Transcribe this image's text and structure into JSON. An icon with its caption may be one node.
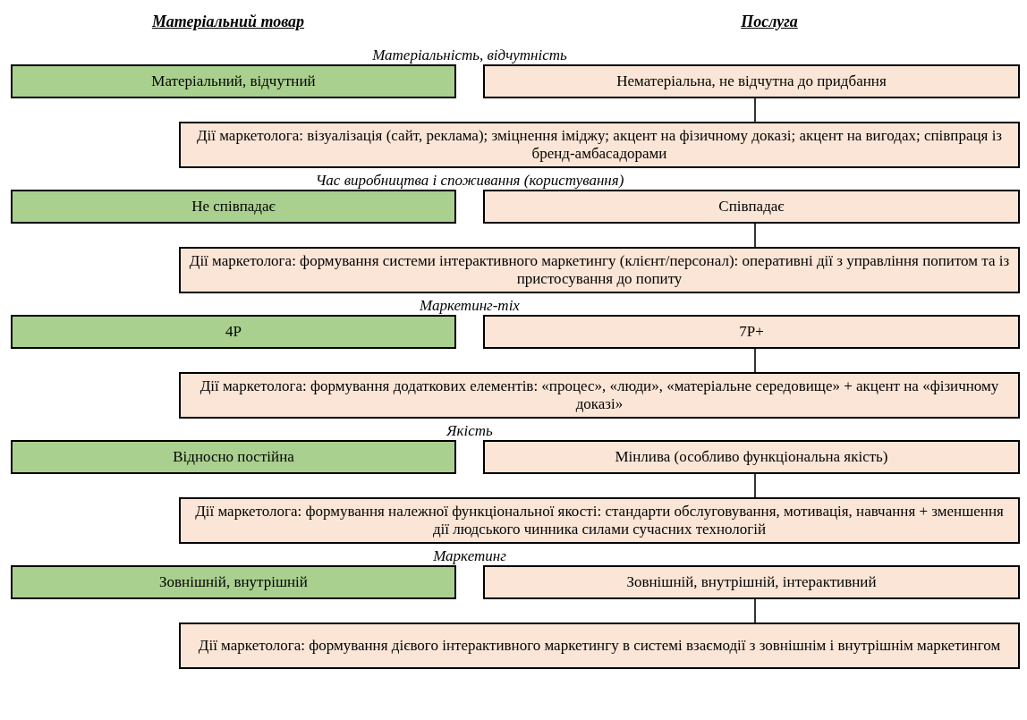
{
  "diagram": {
    "nodes": [
      {
        "text": [
          "Матеріальний, відчутний"
        ]
      },
      {
        "text": [
          "Нематеріальна, не відчутна до придбання"
        ]
      },
      {
        "text": [
          "Дії маркетолога: візуалізація (сайт, реклама); зміцнення іміджу; акцент на фізичному доказі; акцент на вигодах; співпраця із бренд-амбасадорами"
        ]
      },
      {
        "text": [
          "Не співпадає"
        ]
      },
      {
        "text": [
          "Співпадає"
        ]
      },
      {
        "text": [
          "Дії маркетолога: формування системи інтерактивного маркетингу (клієнт/персонал): оперативні дії з управління попитом та із пристосування до попиту"
        ]
      },
      {
        "text": [
          "4P"
        ]
      },
      {
        "text": [
          "7P+"
        ]
      },
      {
        "text": [
          "Дії маркетолога: формування додаткових елементів: «процес», «люди», «матеріальне середовище» + акцент на «фізичному доказі»"
        ]
      },
      {
        "text": [
          "Відносно постійна"
        ]
      },
      {
        "text": [
          "Мінлива (особливо функціональна якість)"
        ]
      },
      {
        "text": [
          "Дії маркетолога: формування належної функціональної якості: стандарти обслуговування, мотивація, навчання + зменшення дії людського чинника силами сучасних технологій"
        ]
      },
      {
        "text": [
          "Зовнішній, внутрішній"
        ]
      },
      {
        "text": [
          "Зовнішній, внутрішній, інтерактивний"
        ]
      },
      {
        "text": [
          "Дії маркетолога: формування дієвого інтерактивного маркетингу в системі взаємодії з зовнішнім і внутрішнім маркетингом"
        ]
      }
    ],
    "edges": [
      {
        "from": 1,
        "to": 2,
        "arrow": "none"
      },
      {
        "from": 4,
        "to": 5,
        "arrow": "none"
      },
      {
        "from": 7,
        "to": 8,
        "arrow": "none"
      },
      {
        "from": 10,
        "to": 11,
        "arrow": "none"
      },
      {
        "from": 13,
        "to": 14,
        "arrow": "none"
      }
    ],
    "labels": [
      "Матеріальний товар",
      "Послуга",
      "Матеріальність, відчутність",
      "Час виробництва і споживання (користування)",
      "Маркетинг-mix",
      "Якість",
      "Маркетинг"
    ]
  }
}
